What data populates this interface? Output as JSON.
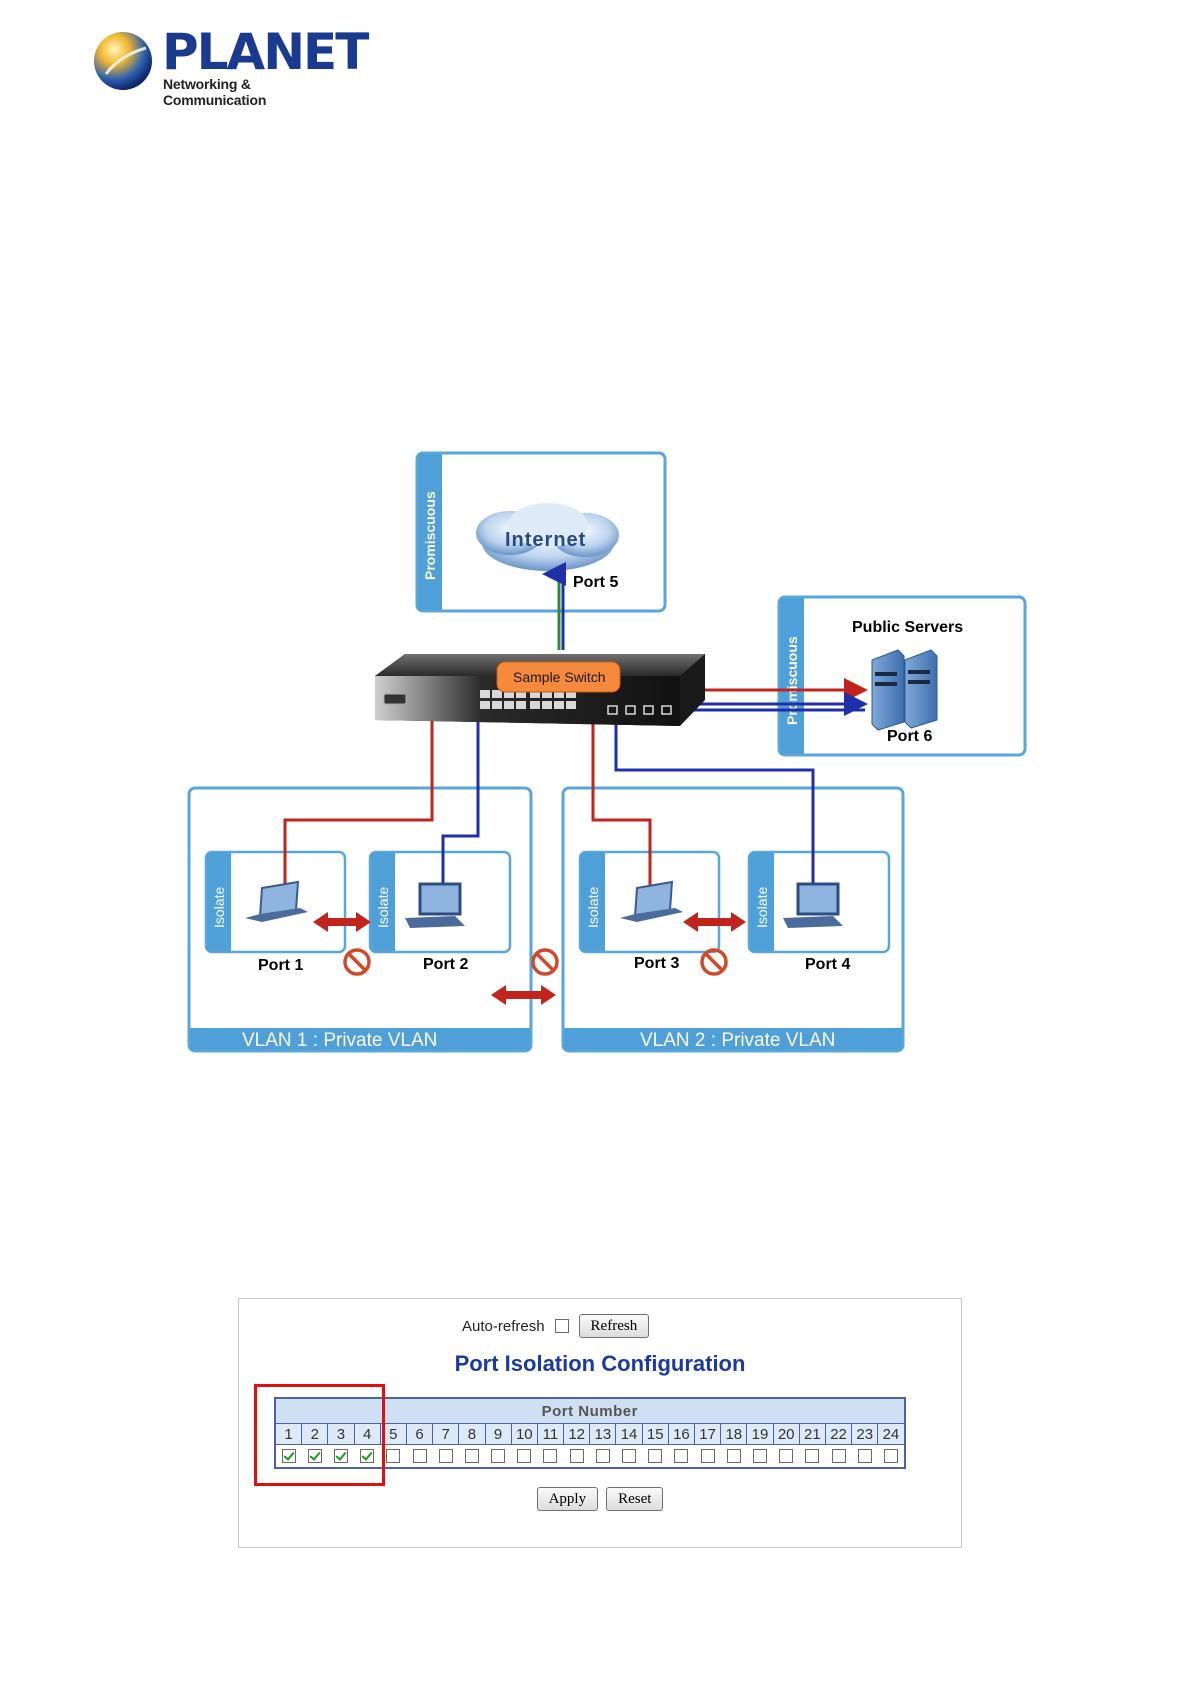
{
  "logo": {
    "brand": "PLANET",
    "tagline": "Networking & Communication"
  },
  "diagram": {
    "promiscuous_label_1": "Promiscuous",
    "promiscuous_label_2": "Promiscuous",
    "internet_label": "Internet",
    "port5_label": "Port 5",
    "public_servers_label": "Public Servers",
    "port6_label": "Port 6",
    "switch_label": "Sample Switch",
    "isolate_label": "Isolate",
    "port1_label": "Port 1",
    "port2_label": "Port 2",
    "port3_label": "Port 3",
    "port4_label": "Port 4",
    "vlan1_label": "VLAN 1 : Private VLAN",
    "vlan2_label": "VLAN 2 : Private VLAN",
    "colors": {
      "box_border": "#5aa6d6",
      "band": "#4f9fd8",
      "red_link": "#c0241c",
      "blue_link": "#1f2fa8",
      "green_link": "#2e8b3a",
      "switch_tag": "#f58a3c"
    }
  },
  "config": {
    "auto_refresh_label": "Auto-refresh",
    "refresh_button": "Refresh",
    "title": "Port Isolation Configuration",
    "table_header": "Port Number",
    "ports": [
      "1",
      "2",
      "3",
      "4",
      "5",
      "6",
      "7",
      "8",
      "9",
      "10",
      "11",
      "12",
      "13",
      "14",
      "15",
      "16",
      "17",
      "18",
      "19",
      "20",
      "21",
      "22",
      "23",
      "24"
    ],
    "checked": [
      true,
      true,
      true,
      true,
      false,
      false,
      false,
      false,
      false,
      false,
      false,
      false,
      false,
      false,
      false,
      false,
      false,
      false,
      false,
      false,
      false,
      false,
      false,
      false
    ],
    "apply_button": "Apply",
    "reset_button": "Reset",
    "accent_color": "#1a3a9e",
    "highlight_color": "#e01010"
  }
}
